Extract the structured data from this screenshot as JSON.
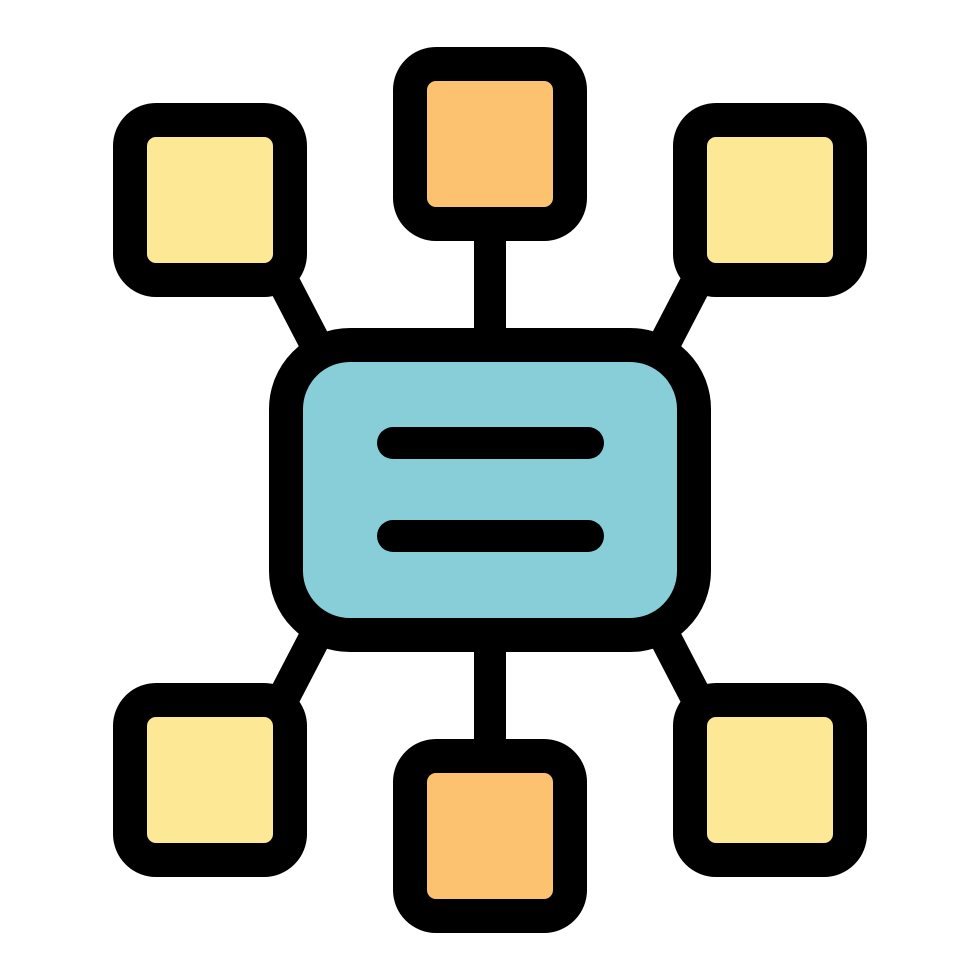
{
  "icon": {
    "name": "network-hub-icon",
    "colors": {
      "background": "#ffffff",
      "stroke": "#000000",
      "center_fill": "#88ced8",
      "corner_node_fill": "#fde995",
      "vertical_node_fill": "#fdc270"
    },
    "nodes": [
      {
        "name": "top-left-node",
        "fill_key": "corner_node_fill"
      },
      {
        "name": "top-node",
        "fill_key": "vertical_node_fill"
      },
      {
        "name": "top-right-node",
        "fill_key": "corner_node_fill"
      },
      {
        "name": "bottom-left-node",
        "fill_key": "corner_node_fill"
      },
      {
        "name": "bottom-node",
        "fill_key": "vertical_node_fill"
      },
      {
        "name": "bottom-right-node",
        "fill_key": "corner_node_fill"
      }
    ]
  }
}
